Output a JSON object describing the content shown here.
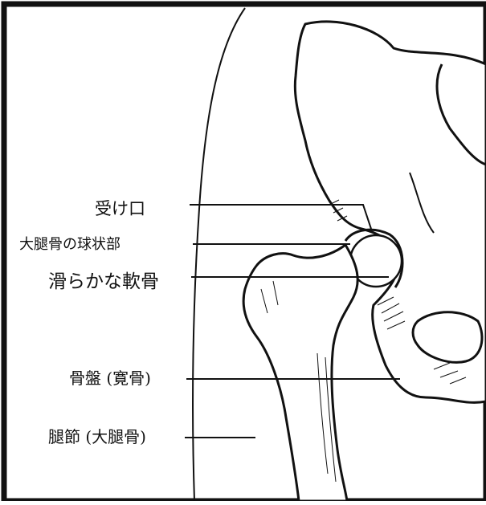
{
  "diagram": {
    "labels": [
      {
        "id": "socket",
        "text": "受け口"
      },
      {
        "id": "femoral-head",
        "text": "大腿骨の球状部"
      },
      {
        "id": "cartilage",
        "text": "滑らかな軟骨"
      },
      {
        "id": "pelvis",
        "text": "骨盤 (寛骨)"
      },
      {
        "id": "femur",
        "text": "腿節 (大腿骨)"
      }
    ]
  },
  "colors": {
    "ink": "#111111",
    "background": "#ffffff"
  }
}
